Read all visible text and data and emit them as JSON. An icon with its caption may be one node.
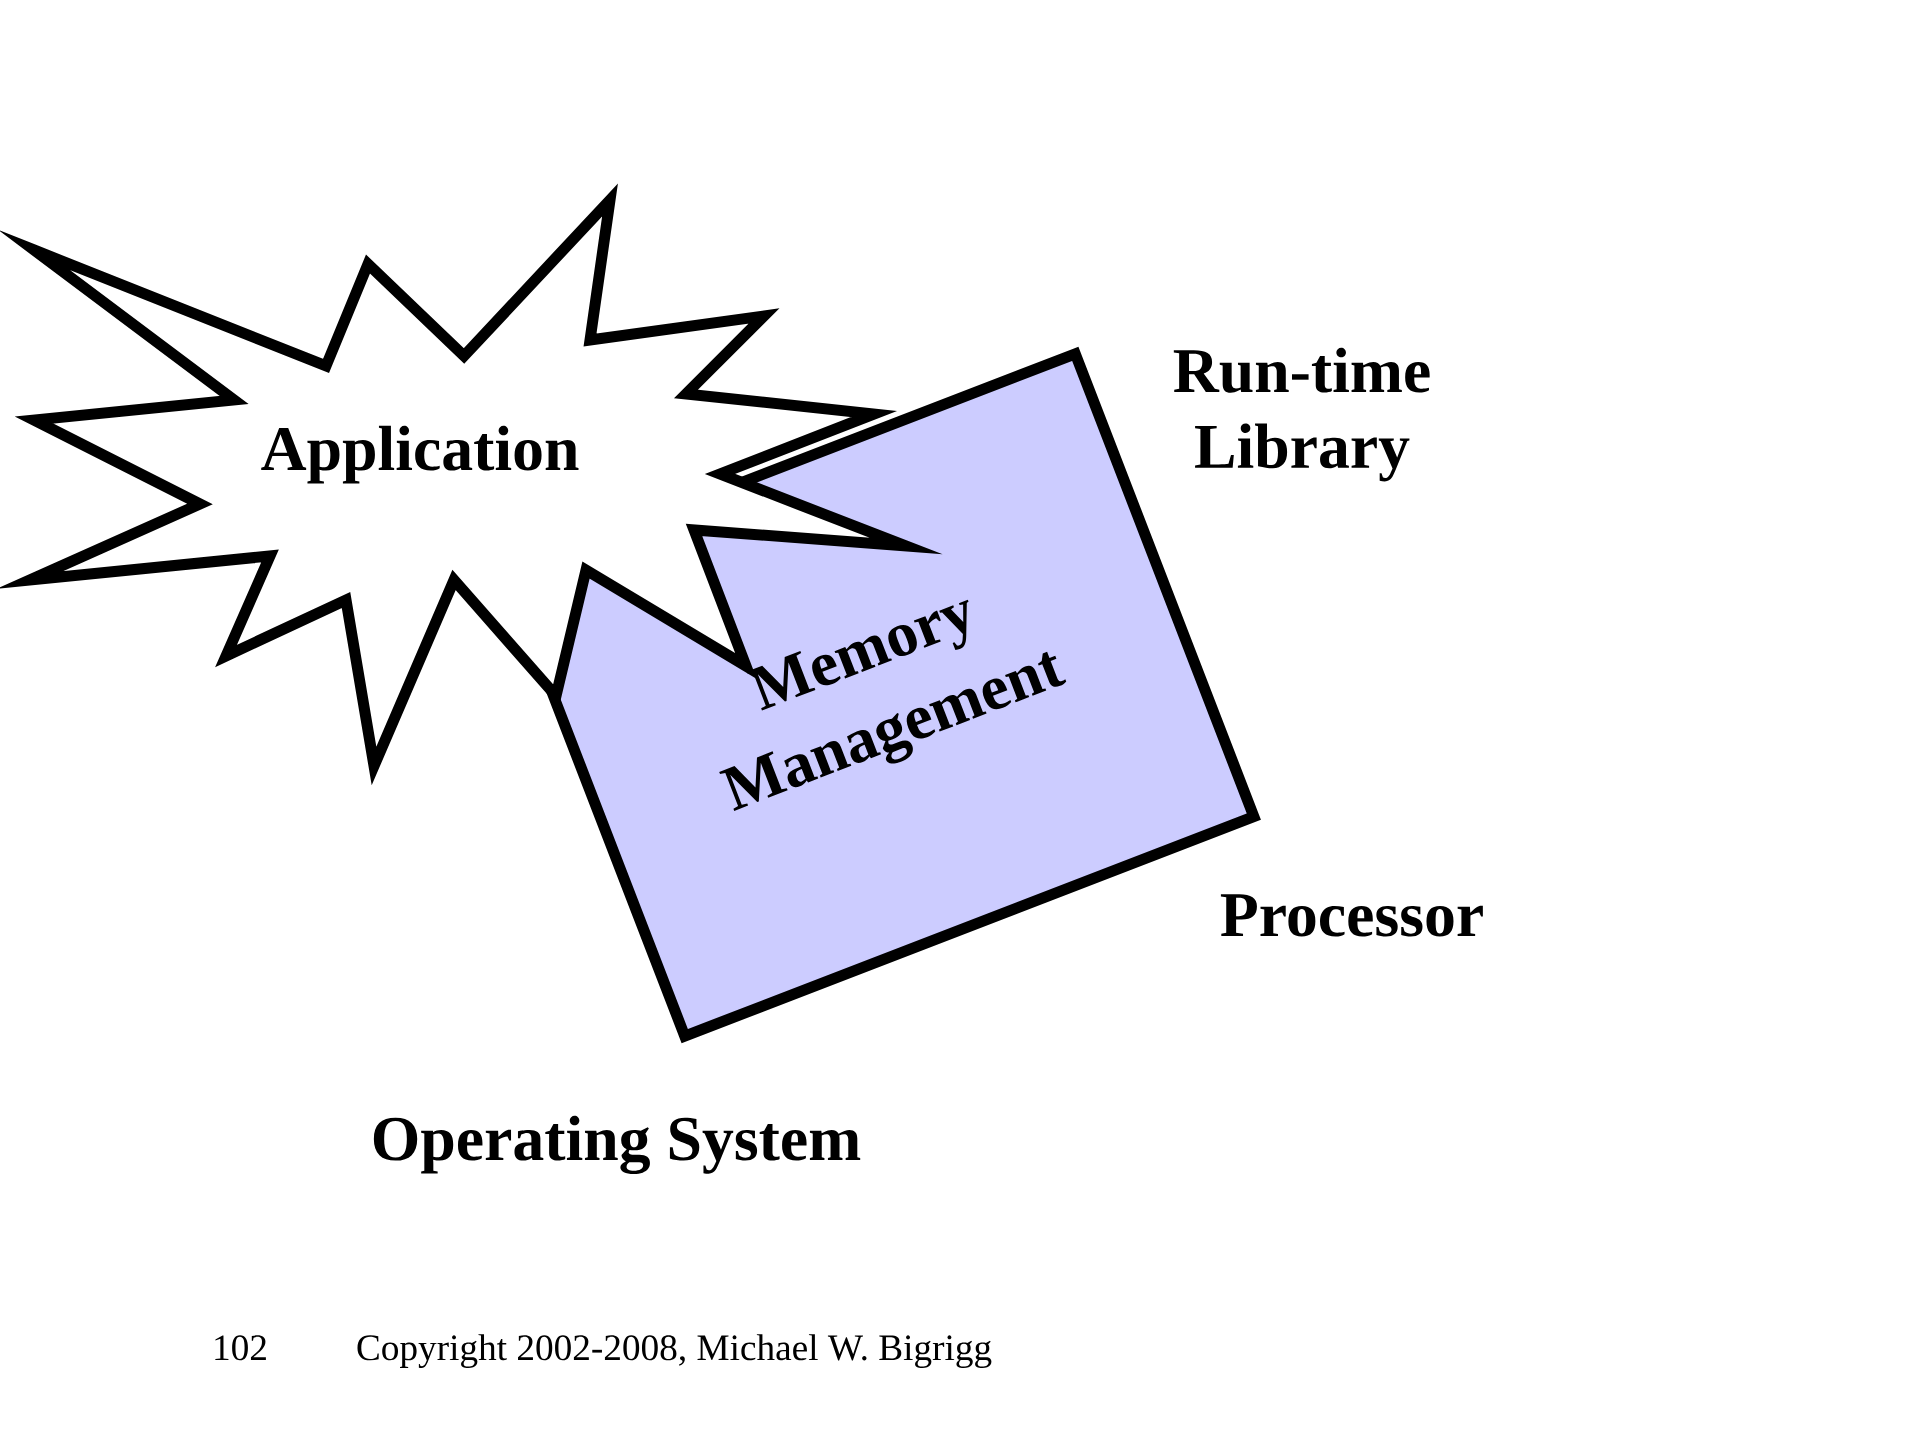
{
  "diagram": {
    "nodes": [
      {
        "text": [
          "Application"
        ]
      },
      {
        "text": [
          "Memory Management"
        ]
      }
    ],
    "labels": [
      "Run-time Library",
      "Processor",
      "Operating System",
      "102",
      "Copyright 2002-2008, Michael W. Bigrigg"
    ]
  }
}
